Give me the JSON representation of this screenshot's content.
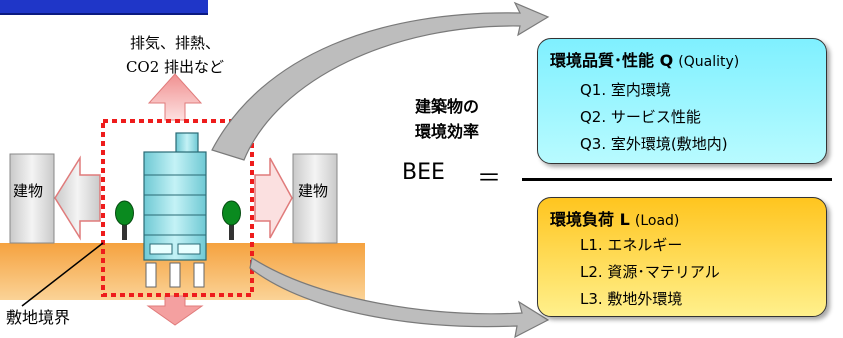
{
  "diagram": {
    "emission_lines": [
      "排気、排熱、",
      "CO2 排出など"
    ],
    "building_labels": [
      "建物",
      "建物"
    ],
    "boundary_label": "敷地境界",
    "bee_caption_lines": [
      "建築物の",
      "環境効率"
    ],
    "bee_label": "BEE",
    "equals": "＝",
    "quality": {
      "title": "環境品質･性能 Q",
      "title_en": "(Quality)",
      "items": [
        "Q1. 室内環境",
        "Q2. サービス性能",
        "Q3. 室外環境(敷地内)"
      ]
    },
    "load": {
      "title": "環境負荷 L",
      "title_en": "(Load)",
      "items": [
        "L1. エネルギー",
        "L2. 資源･マテリアル",
        "L3. 敷地外環境"
      ]
    },
    "colors": {
      "quality_box": "#7ff0ff",
      "load_box": "#ffc51f",
      "boundary": "#ee1c1c",
      "ground": "#f6a13c",
      "building_main": "#8cd8e0",
      "arrow": "#f4a0a0",
      "curve_arrow": "#bdbdbd",
      "top_bar": "#1f36c8"
    }
  }
}
